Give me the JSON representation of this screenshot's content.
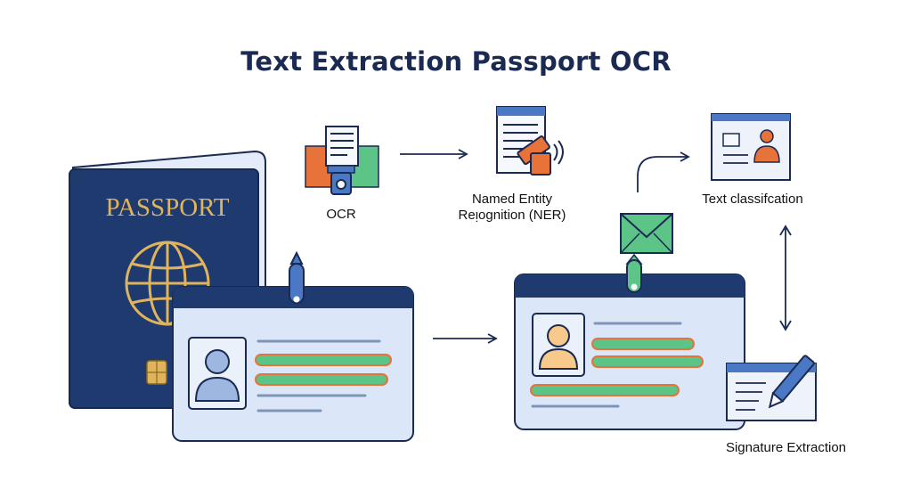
{
  "title": "Text Extraction Passport OCR",
  "passport": {
    "cover_text": "PASSPORT"
  },
  "steps": {
    "ocr": "OCR",
    "ner_line1": "Named Entity",
    "ner_line2": "Reᴉognition (NER)",
    "text_classification": "Text classifcation",
    "signature_extraction": "Signature Extraction"
  },
  "colors": {
    "navy": "#1e3a6e",
    "card_fill": "#dbe7f8",
    "green": "#5bc486",
    "orange": "#e8733a"
  }
}
